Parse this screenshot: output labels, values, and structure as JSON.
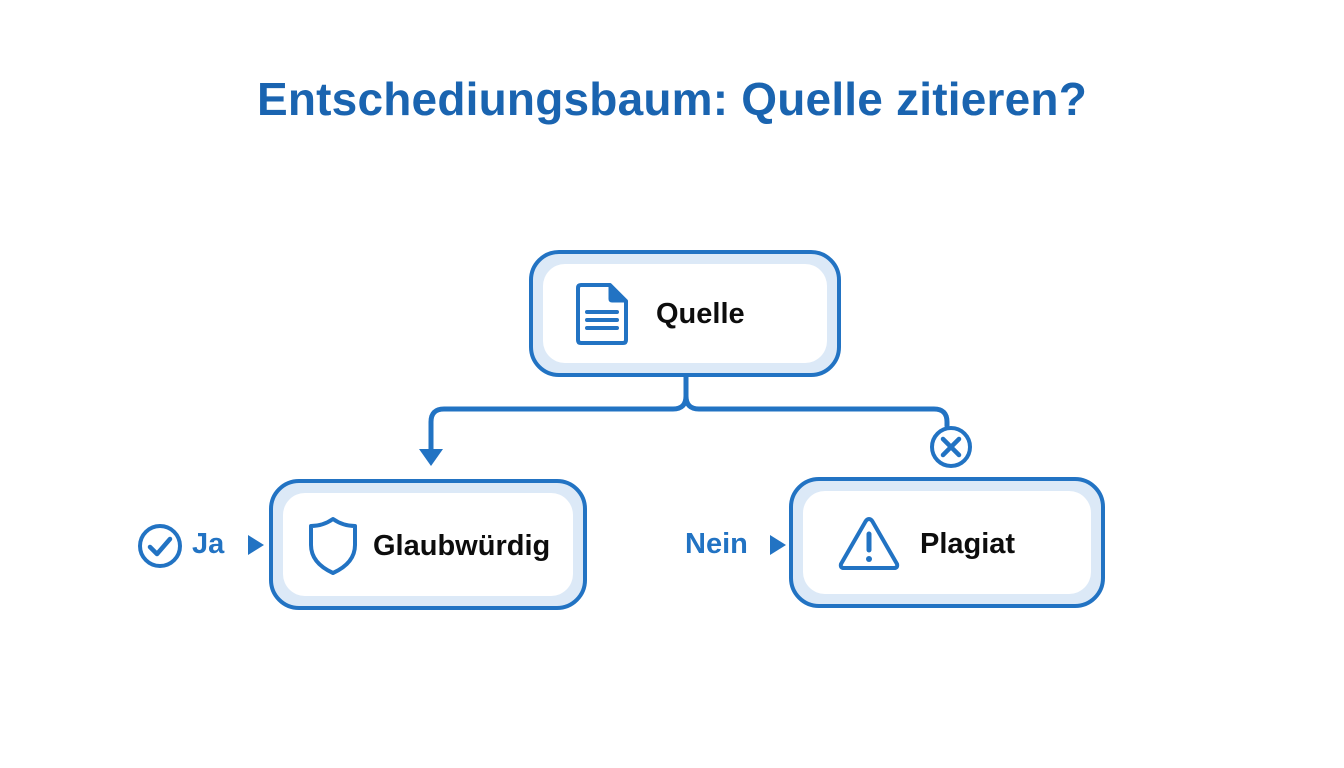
{
  "title": "Entschediungsbaum: Quelle zitieren?",
  "colors": {
    "accent": "#2273c3",
    "title": "#1a64b0",
    "node_fill": "#dce9f7",
    "text": "#0d0d0d"
  },
  "nodes": {
    "root": {
      "label": "Quelle",
      "icon": "document-icon"
    },
    "yes": {
      "label": "Glaubwürdig",
      "icon": "shield-icon"
    },
    "no": {
      "label": "Plagiat",
      "icon": "warning-icon"
    }
  },
  "branches": {
    "yes": {
      "label": "Ja",
      "icon": "check-circle-icon"
    },
    "no": {
      "label": "Nein",
      "icon": "x-circle-icon"
    }
  }
}
